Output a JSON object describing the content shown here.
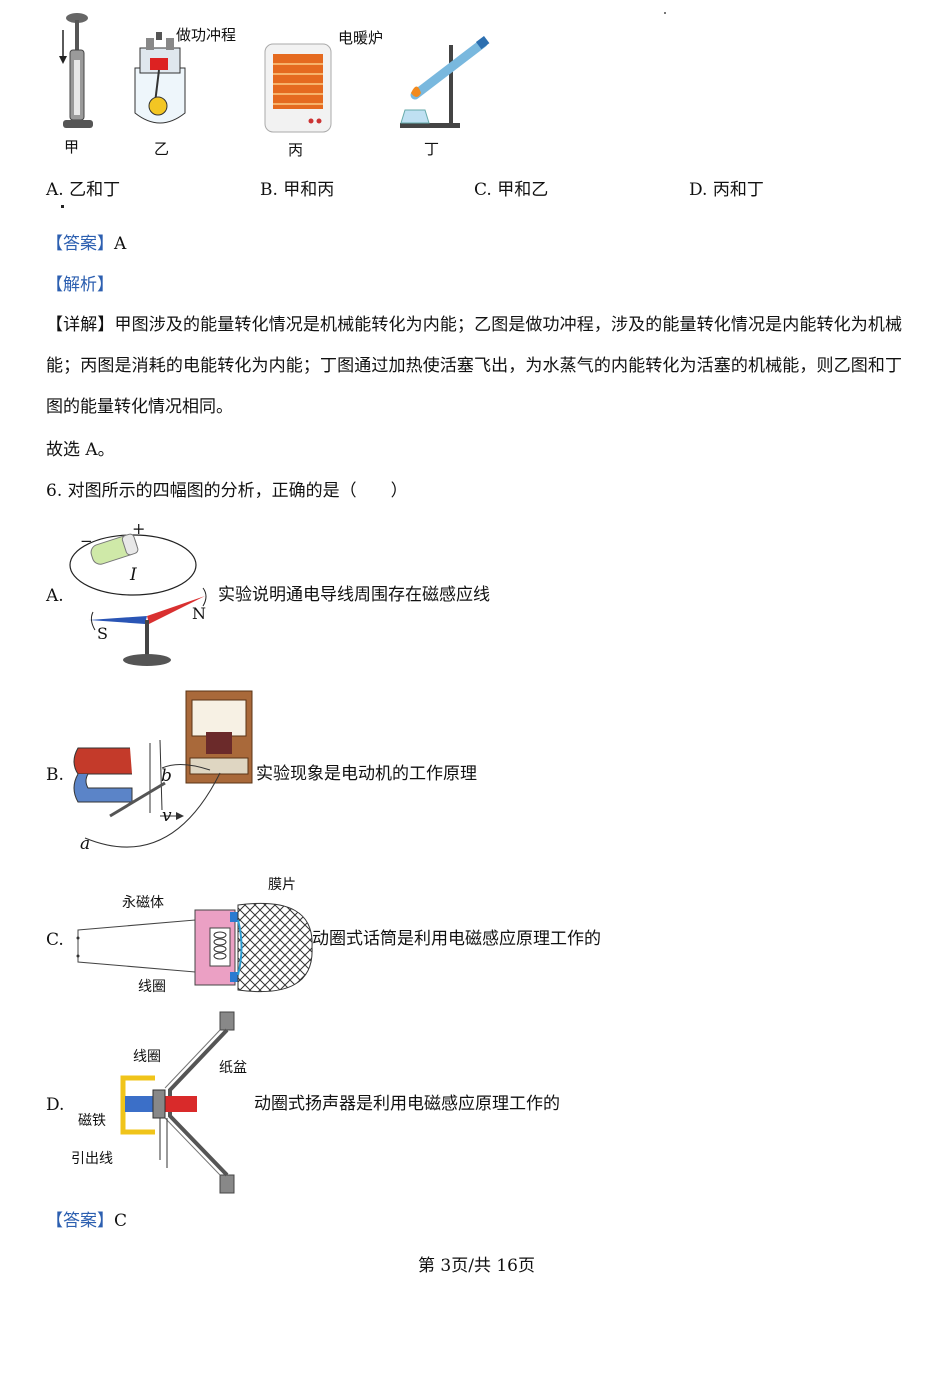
{
  "top_figures": {
    "labels": [
      "甲",
      "乙",
      "丙",
      "丁"
    ],
    "caption_yi": "做功冲程",
    "caption_bing": "电暖炉"
  },
  "q5_options": {
    "A": "A. 乙和丁",
    "B": "B. 甲和丙",
    "C": "C. 甲和乙",
    "D": "D. 丙和丁"
  },
  "q5_answer": {
    "tag": "【答案】",
    "value": "A"
  },
  "q5_analysis_tag": "【解析】",
  "q5_detail": {
    "tag": "【详解】",
    "text": "甲图涉及的能量转化情况是机械能转化为内能；乙图是做功冲程，涉及的能量转化情况是内能转化为机械能；丙图是消耗的电能转化为内能；丁图通过加热使活塞飞出，为水蒸气的内能转化为活塞的机械能，则乙图和丁图的能量转化情况相同。"
  },
  "q5_conclusion": "故选 A。",
  "q6": {
    "stem": "6. 对图所示的四幅图的分析，正确的是（　　）",
    "options": [
      {
        "letter": "A.",
        "text": "实验说明通电导线周围存在磁感应线"
      },
      {
        "letter": "B.",
        "text": "实验现象是电动机的工作原理"
      },
      {
        "letter": "C.",
        "text": "动圈式话筒是利用电磁感应原理工作的"
      },
      {
        "letter": "D.",
        "text": "动圈式扬声器是利用电磁感应原理工作的"
      }
    ],
    "figA_labels": {
      "plus": "+",
      "minus": "−",
      "current": "I",
      "north": "N",
      "south": "S"
    },
    "figB_labels": {
      "a": "a",
      "b": "b",
      "v": "v"
    },
    "figC_labels": {
      "magnet": "永磁体",
      "diaphragm": "膜片",
      "coil": "线圈"
    },
    "figD_labels": {
      "coil": "线圈",
      "cone": "纸盆",
      "magnet": "磁铁",
      "leads": "引出线"
    }
  },
  "q6_answer": {
    "tag": "【答案】",
    "value": "C"
  },
  "footer": "第 3页/共 16页"
}
